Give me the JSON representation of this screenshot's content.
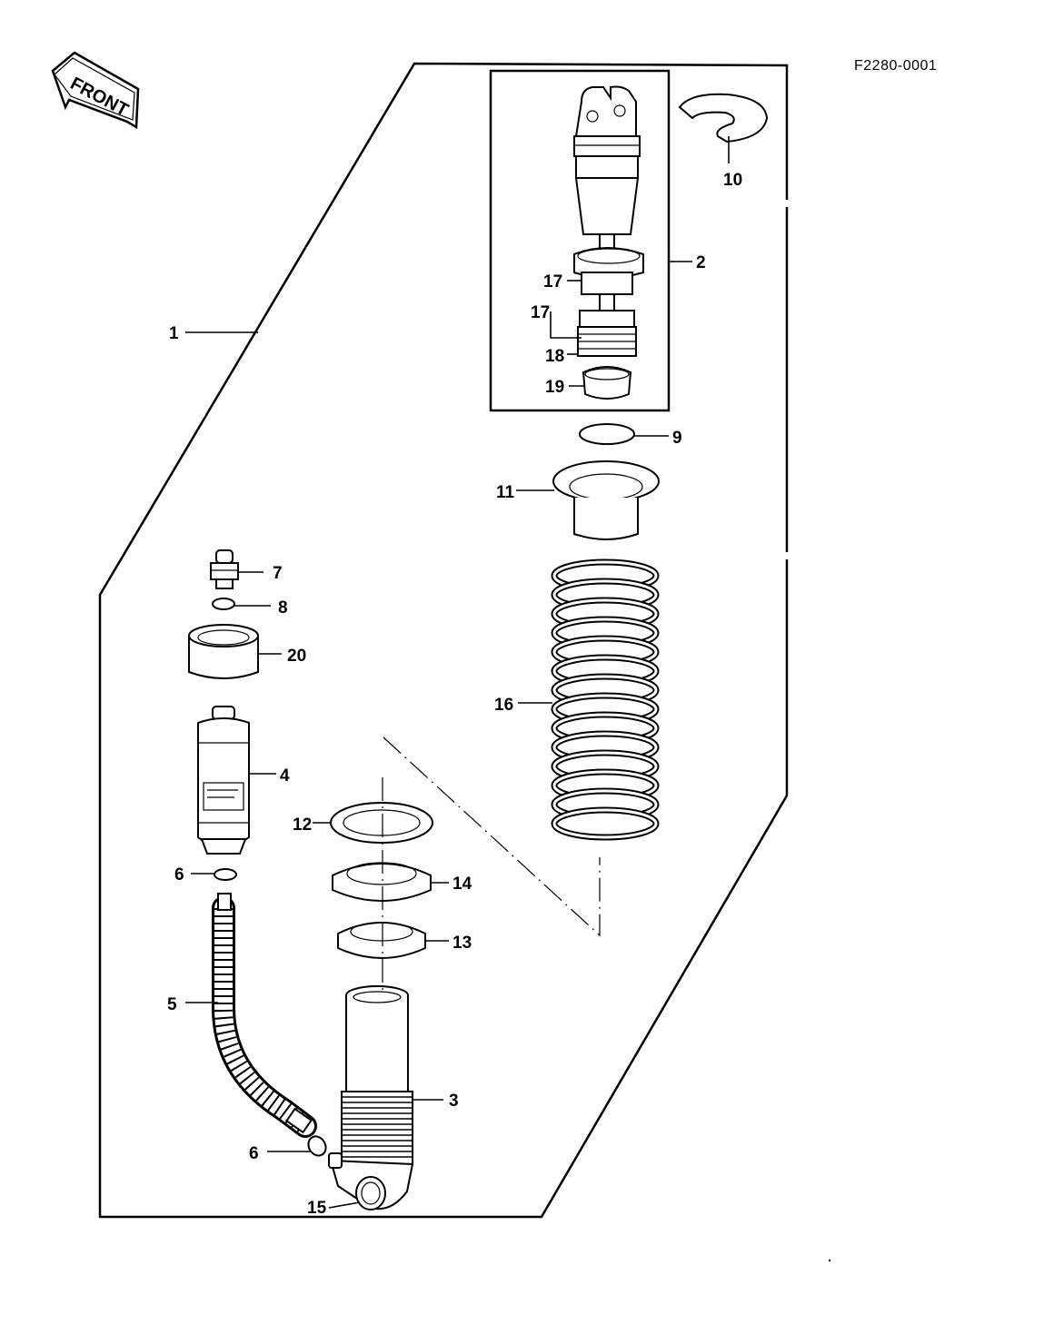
{
  "diagram": {
    "code": "F2280-0001",
    "front_label": "FRONT"
  },
  "parts": [
    {
      "id": "1",
      "label": "1"
    },
    {
      "id": "2",
      "label": "2"
    },
    {
      "id": "3",
      "label": "3"
    },
    {
      "id": "4",
      "label": "4"
    },
    {
      "id": "5",
      "label": "5"
    },
    {
      "id": "6a",
      "label": "6"
    },
    {
      "id": "6b",
      "label": "6"
    },
    {
      "id": "7",
      "label": "7"
    },
    {
      "id": "8",
      "label": "8"
    },
    {
      "id": "9",
      "label": "9"
    },
    {
      "id": "10",
      "label": "10"
    },
    {
      "id": "11",
      "label": "11"
    },
    {
      "id": "12",
      "label": "12"
    },
    {
      "id": "13",
      "label": "13"
    },
    {
      "id": "14",
      "label": "14"
    },
    {
      "id": "15",
      "label": "15"
    },
    {
      "id": "16",
      "label": "16"
    },
    {
      "id": "17a",
      "label": "17"
    },
    {
      "id": "17b",
      "label": "17"
    },
    {
      "id": "18",
      "label": "18"
    },
    {
      "id": "19",
      "label": "19"
    },
    {
      "id": "20",
      "label": "20"
    }
  ]
}
